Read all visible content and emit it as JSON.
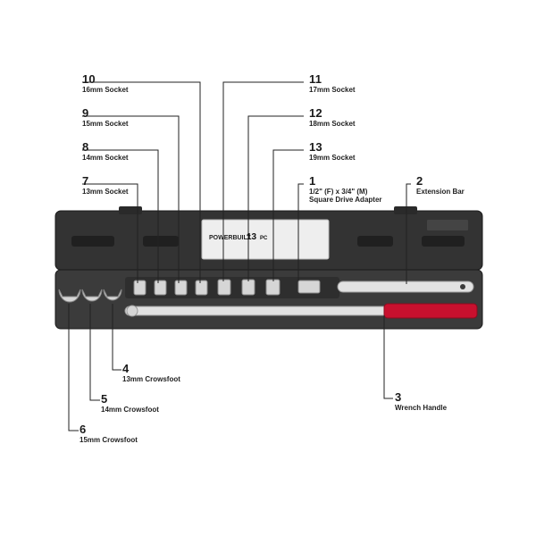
{
  "callouts": [
    {
      "num": "10",
      "text": "16mm Socket"
    },
    {
      "num": "11",
      "text": "17mm Socket"
    },
    {
      "num": "9",
      "text": "15mm Socket"
    },
    {
      "num": "12",
      "text": "18mm Socket"
    },
    {
      "num": "8",
      "text": "14mm Socket"
    },
    {
      "num": "13",
      "text": "19mm Socket"
    },
    {
      "num": "7",
      "text": "13mm Socket"
    },
    {
      "num": "1",
      "text": "1/2\" (F) x 3/4\" (M)",
      "text2": "Square Drive Adapter"
    },
    {
      "num": "2",
      "text": "Extension Bar"
    },
    {
      "num": "4",
      "text": "13mm Crowsfoot"
    },
    {
      "num": "5",
      "text": "14mm Crowsfoot"
    },
    {
      "num": "6",
      "text": "15mm Crowsfoot"
    },
    {
      "num": "3",
      "text": "Wrench Handle"
    }
  ],
  "lid_label": {
    "brand": "POWERBUILT",
    "count": "13",
    "count_suffix": "PC"
  },
  "colors": {
    "case": "#3a3a3a",
    "case_dark": "#2b2b2b",
    "handle_grip": "#c8102e",
    "metal": "#d9d9d9",
    "line": "#222222"
  }
}
